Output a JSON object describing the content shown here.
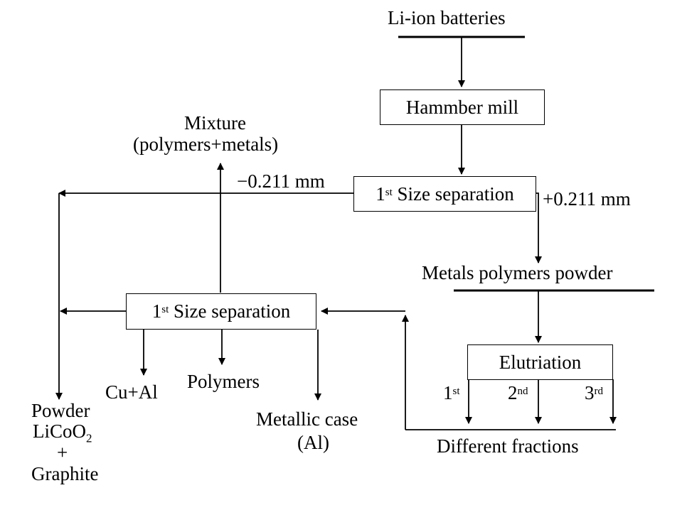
{
  "nodes": {
    "li_ion_batteries": "Li-ion batteries",
    "hammer_mill": "Hammber mill",
    "size_sep_top": {
      "ordinal": "1",
      "suffix": "st",
      "text": "Size separation"
    },
    "size_sep_left": {
      "ordinal": "1",
      "suffix": "st",
      "text": "Size separation"
    },
    "elutriation": "Elutriation",
    "mixture_line1": "Mixture",
    "mixture_line2": "(polymers+metals)",
    "metals_polymers_powder": "Metals polymers powder",
    "cu_al": "Cu+Al",
    "polymers": "Polymers",
    "metallic_case_line1": "Metallic case",
    "metallic_case_line2": "(Al)",
    "powder_line1": "Powder",
    "powder_licoo2_base": "LiCoO",
    "powder_licoo2_sub": "2",
    "powder_plus": "+",
    "powder_graphite": "Graphite",
    "different_fractions": "Different fractions"
  },
  "edge_labels": {
    "minus_size": "−0.211 mm",
    "plus_size": "+0.211 mm",
    "frac1": {
      "n": "1",
      "s": "st"
    },
    "frac2": {
      "n": "2",
      "s": "nd"
    },
    "frac3": {
      "n": "3",
      "s": "rd"
    }
  }
}
